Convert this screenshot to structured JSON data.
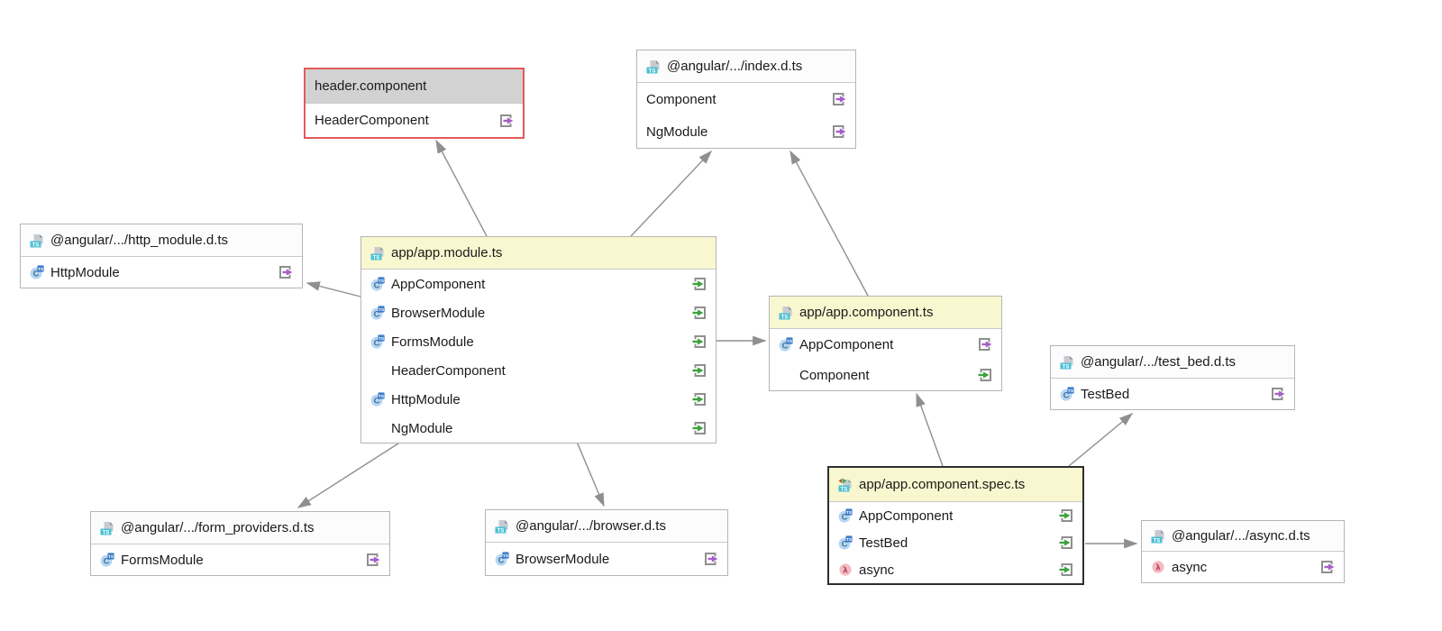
{
  "app": {
    "name": "module-dependency-diagram"
  },
  "diagram": {
    "colors": {
      "yellow_header": "#f9f7cf",
      "gray_header": "#d2d2d2",
      "plain_header": "#fcfcfc",
      "node_border": "#b5b5b5",
      "highlight_border_red": "#e15b5b",
      "highlight_border_dark": "#2f2f2f",
      "arrow": "#8f8f8f",
      "export_arrow": "#a55fc9",
      "import_arrow": "#3da23d",
      "ts_badge": "#4cc0d4",
      "class_icon_fill": "#b5d6f4",
      "lambda_icon_fill": "#f6bac5"
    },
    "nodes": [
      {
        "id": "header-component",
        "title": "header.component",
        "file_icon": "none",
        "header_bg": "gray",
        "border": "red",
        "rows": [
          {
            "label": "HeaderComponent",
            "member_icon": "none",
            "direction_icon": "export-icon"
          }
        ]
      },
      {
        "id": "index-dts",
        "title": "@angular/.../index.d.ts",
        "file_icon": "typescript-file-icon",
        "header_bg": "plain",
        "border": "default",
        "rows": [
          {
            "label": "Component",
            "member_icon": "none",
            "direction_icon": "export-icon"
          },
          {
            "label": "NgModule",
            "member_icon": "none",
            "direction_icon": "export-icon"
          }
        ]
      },
      {
        "id": "http-module-dts",
        "title": "@angular/.../http_module.d.ts",
        "file_icon": "typescript-file-icon",
        "header_bg": "plain",
        "border": "default",
        "rows": [
          {
            "label": "HttpModule",
            "member_icon": "class-icon",
            "direction_icon": "export-icon"
          }
        ]
      },
      {
        "id": "app-module",
        "title": "app/app.module.ts",
        "file_icon": "typescript-file-icon",
        "header_bg": "yellow",
        "border": "default",
        "rows": [
          {
            "label": "AppComponent",
            "member_icon": "class-icon",
            "direction_icon": "import-icon"
          },
          {
            "label": "BrowserModule",
            "member_icon": "class-icon",
            "direction_icon": "import-icon"
          },
          {
            "label": "FormsModule",
            "member_icon": "class-icon",
            "direction_icon": "import-icon"
          },
          {
            "label": "HeaderComponent",
            "member_icon": "none",
            "direction_icon": "import-icon"
          },
          {
            "label": "HttpModule",
            "member_icon": "class-icon",
            "direction_icon": "import-icon"
          },
          {
            "label": "NgModule",
            "member_icon": "none",
            "direction_icon": "import-icon"
          }
        ]
      },
      {
        "id": "app-component",
        "title": "app/app.component.ts",
        "file_icon": "typescript-file-icon",
        "header_bg": "yellow",
        "border": "default",
        "rows": [
          {
            "label": "AppComponent",
            "member_icon": "class-icon",
            "direction_icon": "export-icon"
          },
          {
            "label": "Component",
            "member_icon": "none",
            "direction_icon": "import-icon"
          }
        ]
      },
      {
        "id": "test-bed-dts",
        "title": "@angular/.../test_bed.d.ts",
        "file_icon": "typescript-file-icon",
        "header_bg": "plain",
        "border": "default",
        "rows": [
          {
            "label": "TestBed",
            "member_icon": "class-icon",
            "direction_icon": "export-icon"
          }
        ]
      },
      {
        "id": "app-component-spec",
        "title": "app/app.component.spec.ts",
        "file_icon": "typescript-spec-file-icon",
        "header_bg": "yellow",
        "border": "dark",
        "rows": [
          {
            "label": "AppComponent",
            "member_icon": "class-icon",
            "direction_icon": "import-icon"
          },
          {
            "label": "TestBed",
            "member_icon": "class-icon",
            "direction_icon": "import-icon"
          },
          {
            "label": "async",
            "member_icon": "lambda-icon",
            "direction_icon": "import-icon"
          }
        ]
      },
      {
        "id": "form-providers-dts",
        "title": "@angular/.../form_providers.d.ts",
        "file_icon": "typescript-file-icon",
        "header_bg": "plain",
        "border": "default",
        "rows": [
          {
            "label": "FormsModule",
            "member_icon": "class-icon",
            "direction_icon": "export-icon"
          }
        ]
      },
      {
        "id": "browser-dts",
        "title": "@angular/.../browser.d.ts",
        "file_icon": "typescript-file-icon",
        "header_bg": "plain",
        "border": "default",
        "rows": [
          {
            "label": "BrowserModule",
            "member_icon": "class-icon",
            "direction_icon": "export-icon"
          }
        ]
      },
      {
        "id": "async-dts",
        "title": "@angular/.../async.d.ts",
        "file_icon": "typescript-file-icon",
        "header_bg": "plain",
        "border": "default",
        "rows": [
          {
            "label": "async",
            "member_icon": "lambda-icon",
            "direction_icon": "export-icon"
          }
        ]
      }
    ],
    "edges": [
      {
        "from": "app-module",
        "to": "header-component"
      },
      {
        "from": "app-module",
        "to": "index-dts"
      },
      {
        "from": "app-component",
        "to": "index-dts"
      },
      {
        "from": "app-module",
        "to": "http-module-dts"
      },
      {
        "from": "app-module",
        "to": "app-component"
      },
      {
        "from": "app-module",
        "to": "form-providers-dts"
      },
      {
        "from": "app-module",
        "to": "browser-dts"
      },
      {
        "from": "app-component-spec",
        "to": "app-component"
      },
      {
        "from": "app-component-spec",
        "to": "test-bed-dts"
      },
      {
        "from": "app-component-spec",
        "to": "async-dts"
      }
    ]
  }
}
